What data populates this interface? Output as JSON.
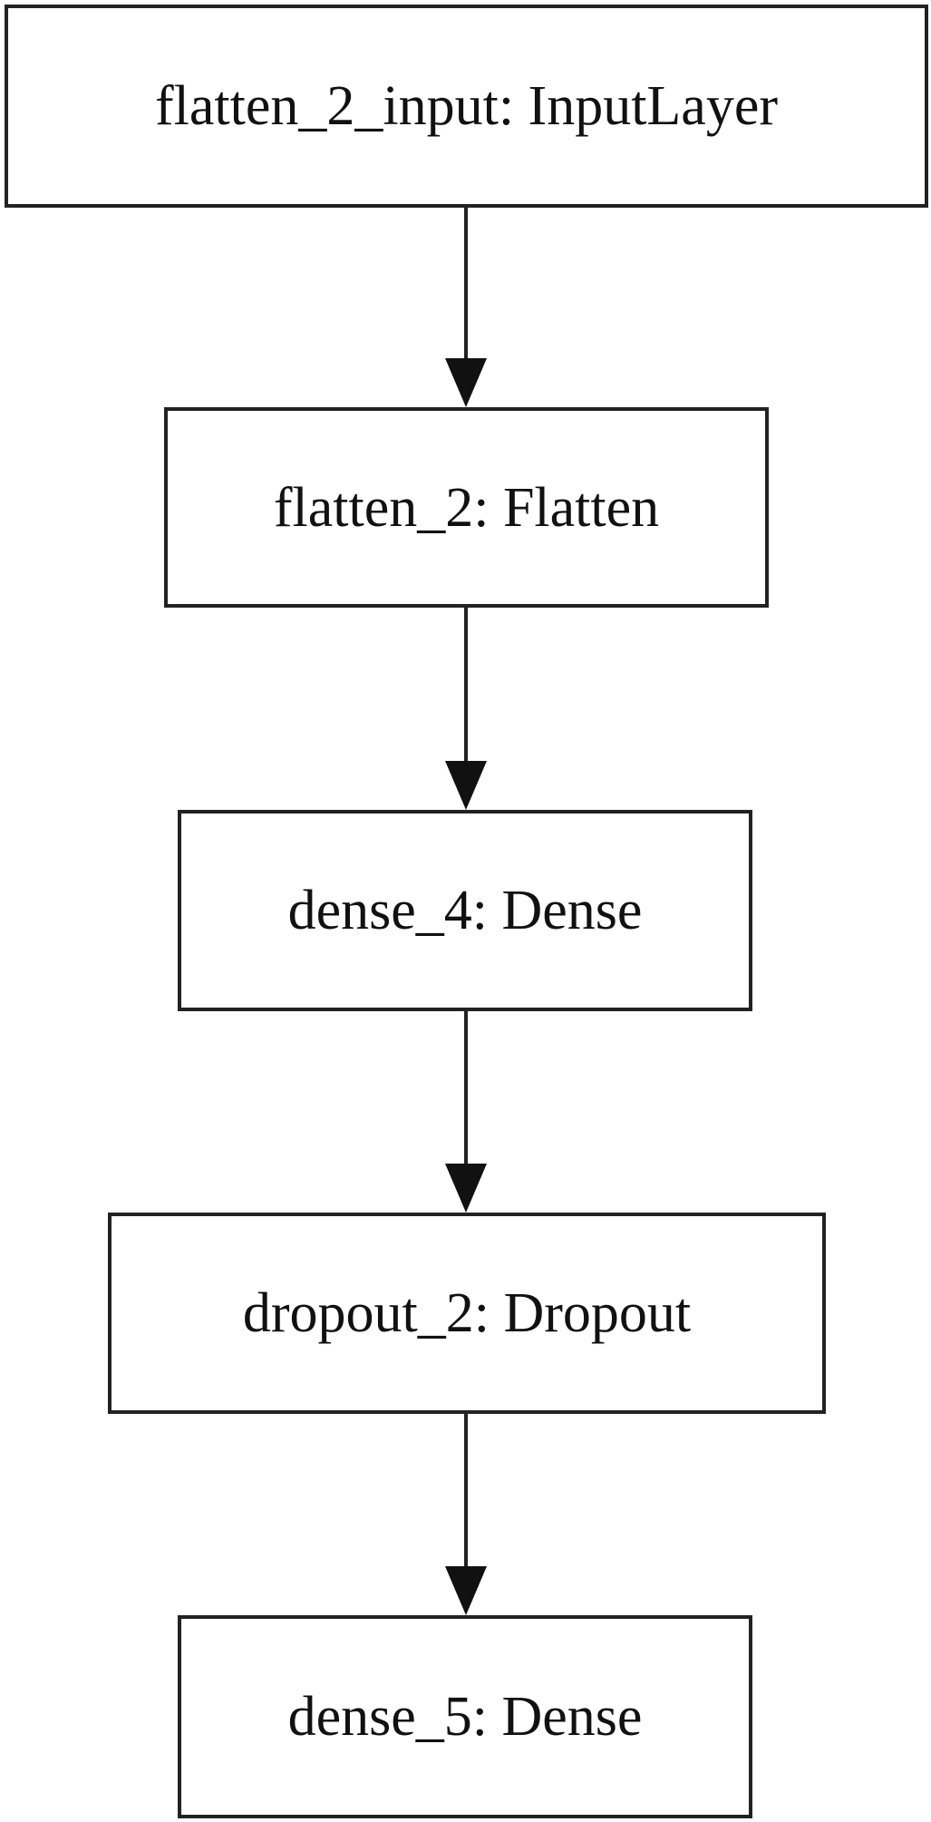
{
  "diagram": {
    "nodes": [
      {
        "id": "flatten_2_input",
        "label": "flatten_2_input: InputLayer"
      },
      {
        "id": "flatten_2",
        "label": "flatten_2: Flatten"
      },
      {
        "id": "dense_4",
        "label": "dense_4: Dense"
      },
      {
        "id": "dropout_2",
        "label": "dropout_2: Dropout"
      },
      {
        "id": "dense_5",
        "label": "dense_5: Dense"
      }
    ],
    "edges": [
      {
        "from": "flatten_2_input",
        "to": "flatten_2"
      },
      {
        "from": "flatten_2",
        "to": "dense_4"
      },
      {
        "from": "dense_4",
        "to": "dropout_2"
      },
      {
        "from": "dropout_2",
        "to": "dense_5"
      }
    ],
    "colors": {
      "stroke": "#222222",
      "fill": "#ffffff",
      "text": "#111111"
    }
  }
}
